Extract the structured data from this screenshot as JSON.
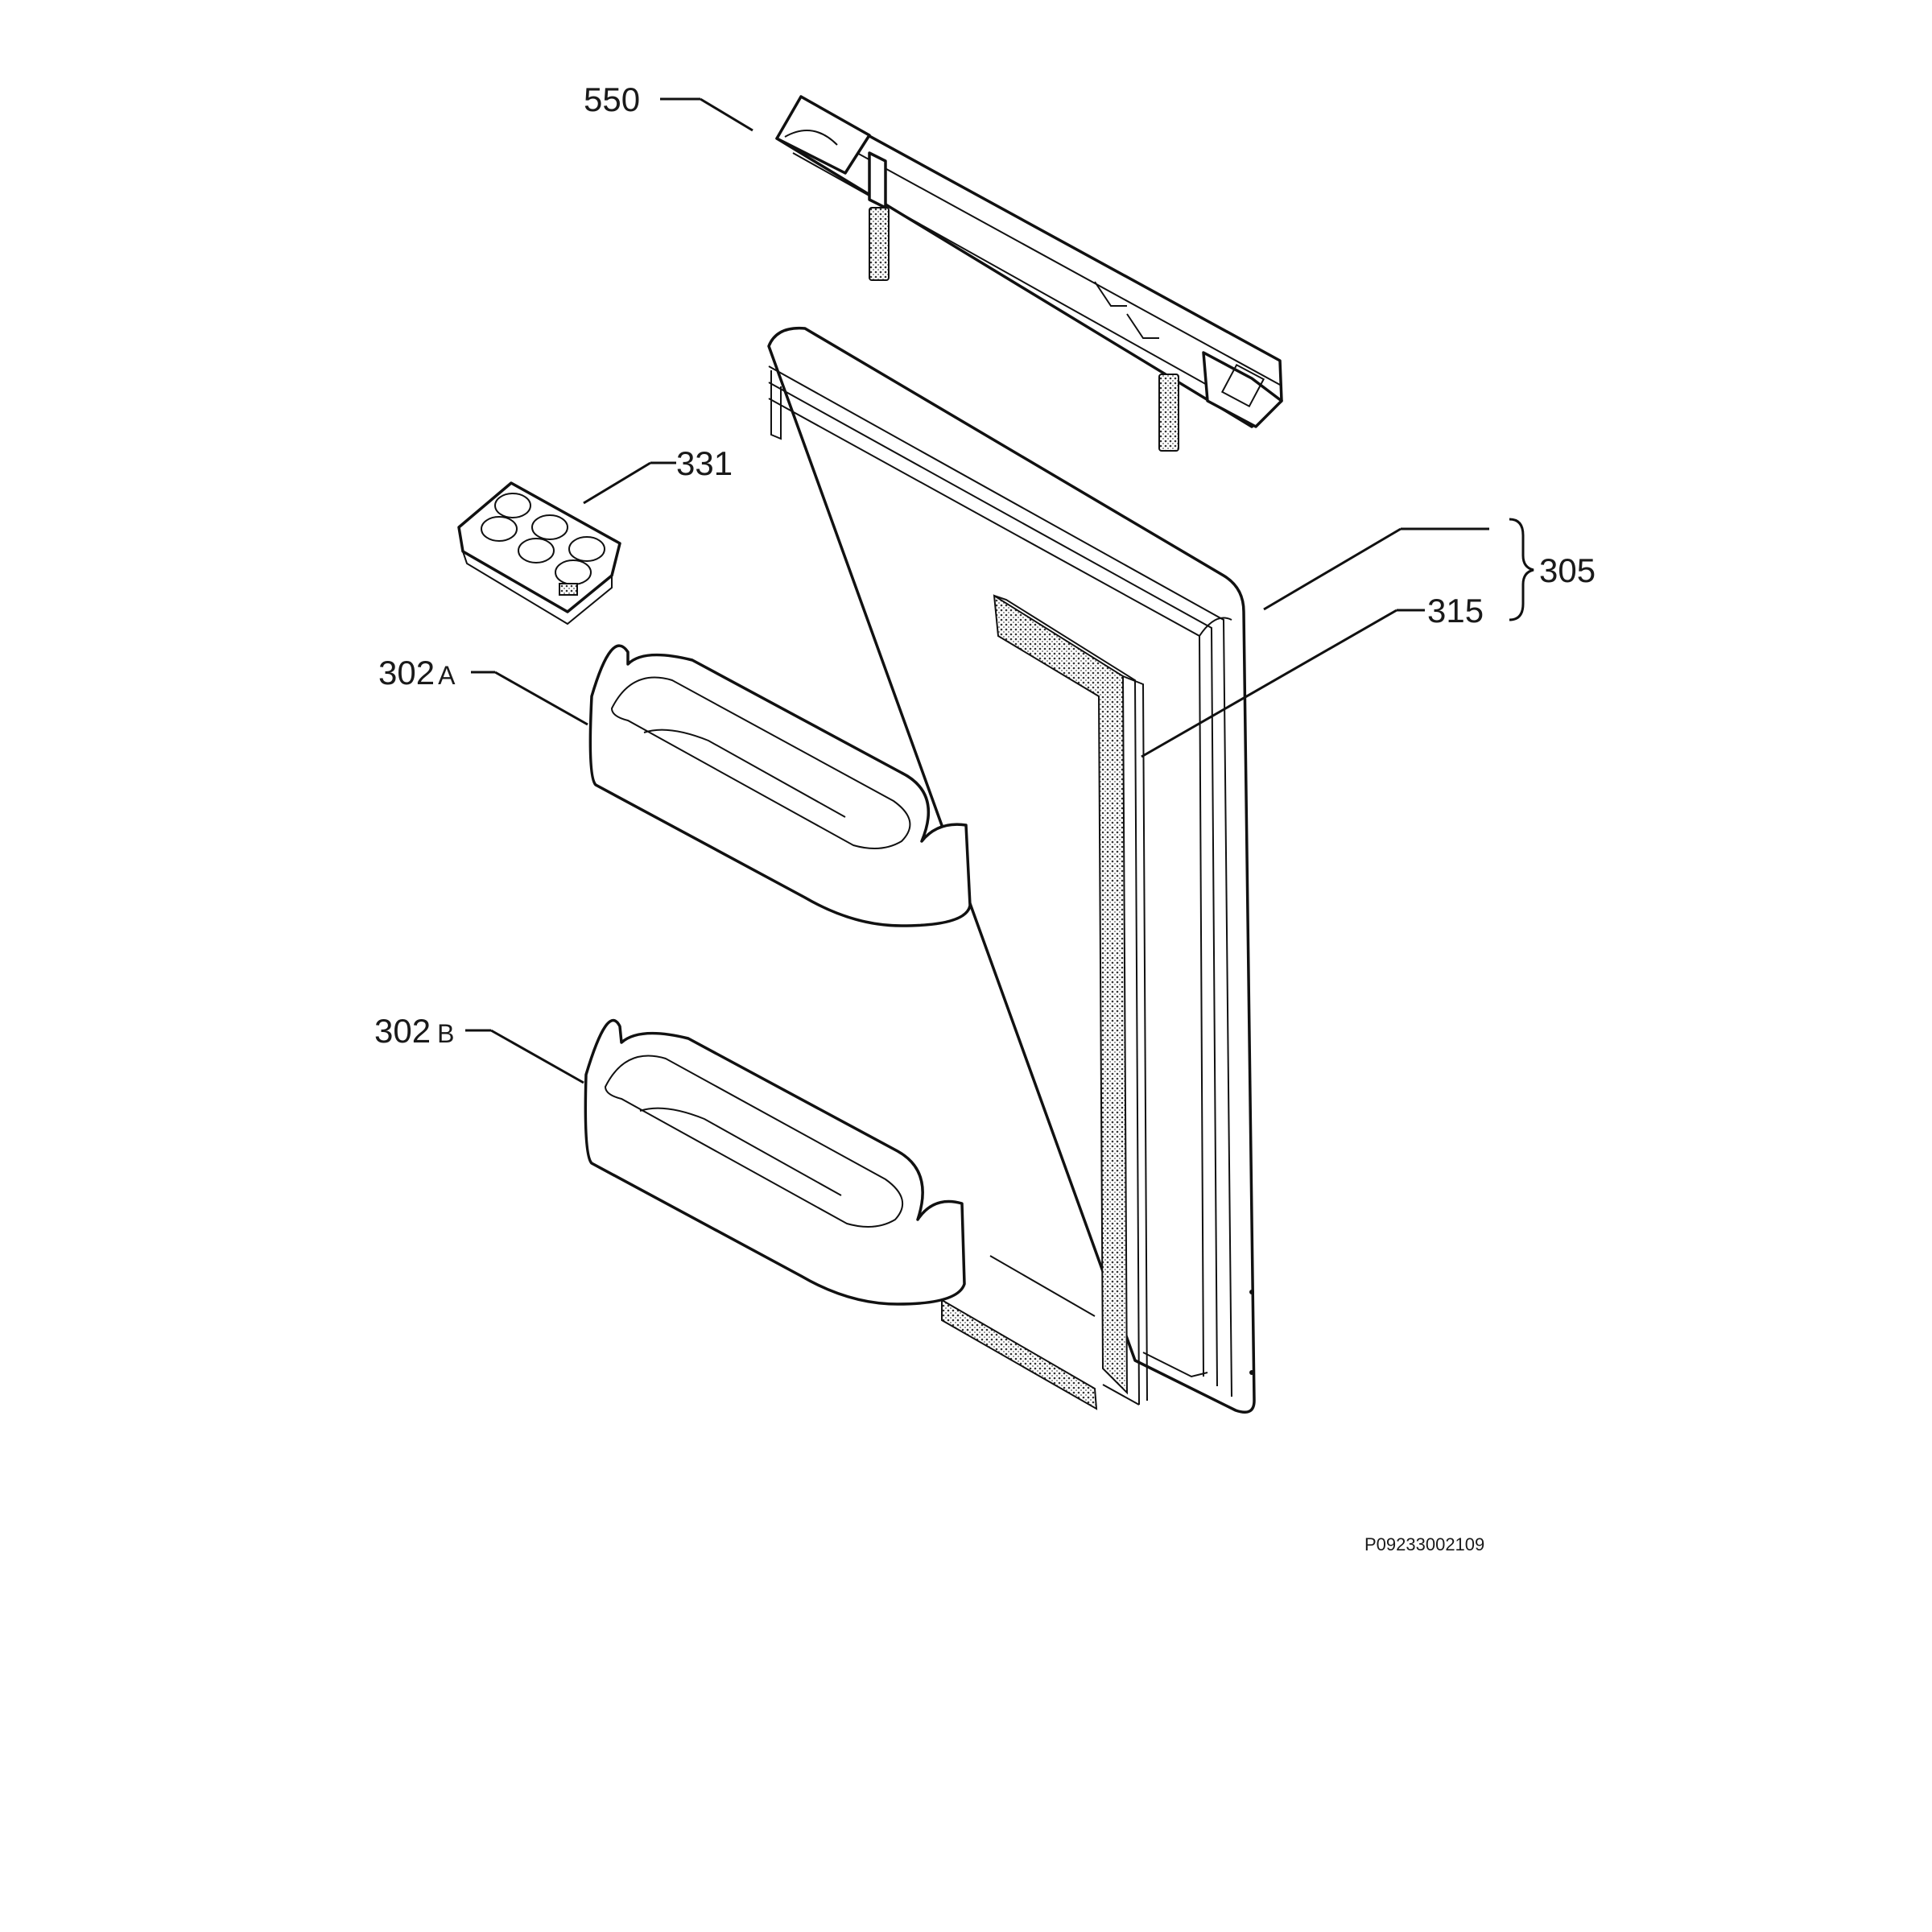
{
  "labels": {
    "handle": "550",
    "egg_tray": "331",
    "shelf_a_num": "302",
    "shelf_a_suffix": "A",
    "shelf_b_num": "302",
    "shelf_b_suffix": "B",
    "door_assembly": "305",
    "gasket": "315"
  },
  "reference": "P09233002109"
}
